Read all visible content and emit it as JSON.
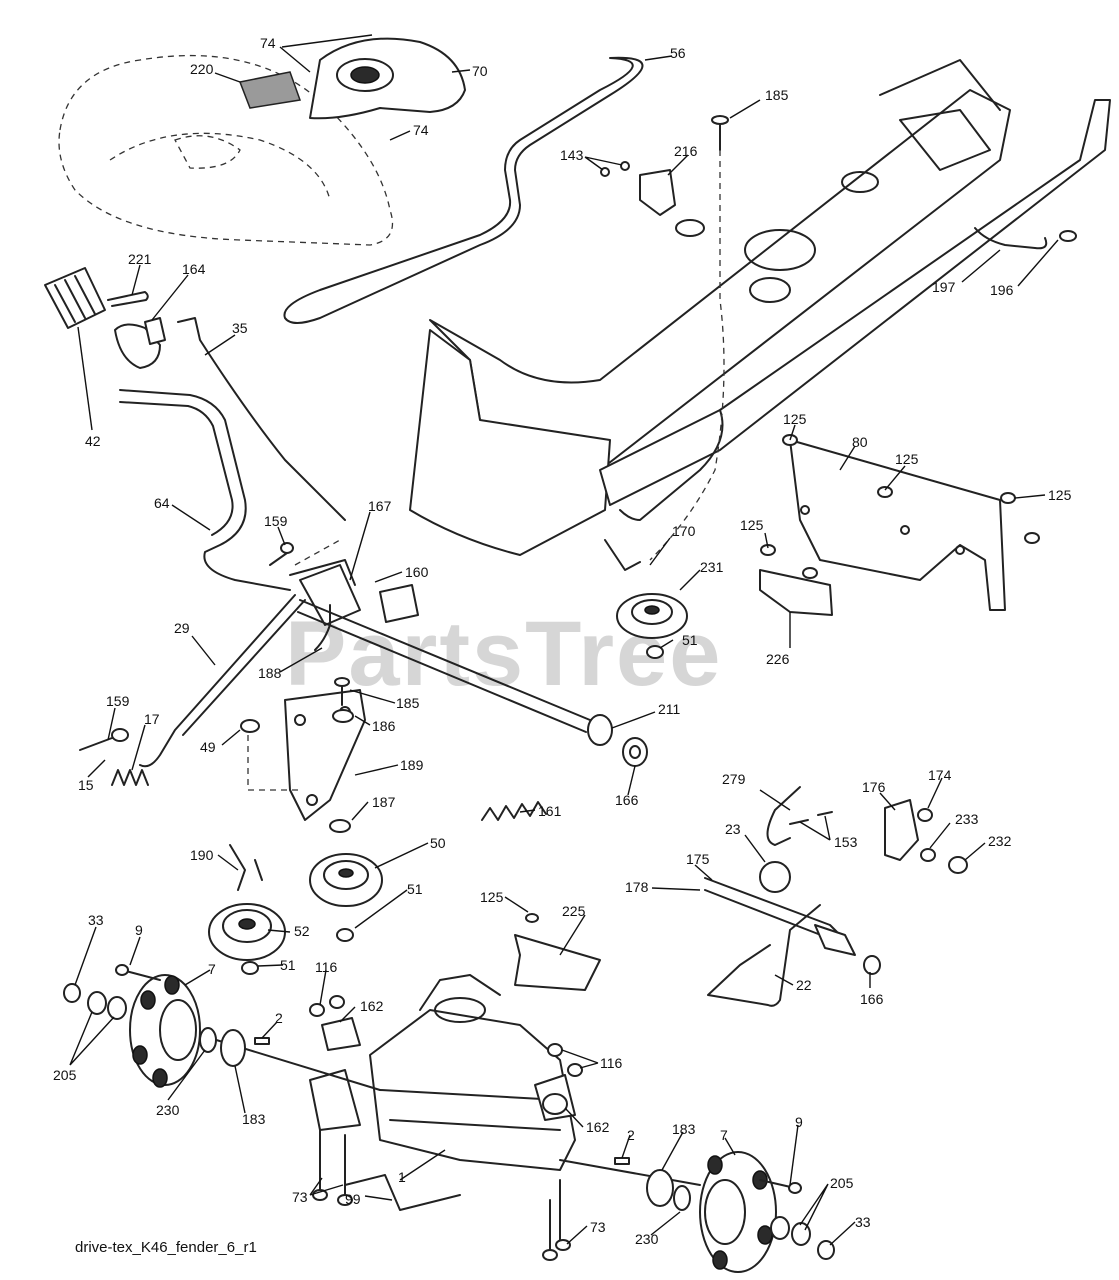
{
  "watermark": "PartsTree",
  "caption": "drive-tex_K46_fender_6_r1",
  "callouts": [
    "74",
    "220",
    "70",
    "56",
    "185",
    "143",
    "216",
    "74",
    "221",
    "164",
    "35",
    "197",
    "196",
    "42",
    "125",
    "125",
    "80",
    "125",
    "64",
    "159",
    "167",
    "170",
    "231",
    "125",
    "160",
    "29",
    "51",
    "188",
    "226",
    "185",
    "159",
    "211",
    "17",
    "186",
    "49",
    "189",
    "15",
    "166",
    "187",
    "161",
    "279",
    "176",
    "174",
    "153",
    "233",
    "23",
    "190",
    "50",
    "232",
    "175",
    "178",
    "51",
    "33",
    "125",
    "225",
    "9",
    "52",
    "7",
    "116",
    "51",
    "22",
    "166",
    "162",
    "2",
    "205",
    "116",
    "230",
    "183",
    "162",
    "183",
    "2",
    "9",
    "7",
    "73",
    "205",
    "99",
    "1",
    "73",
    "33",
    "230"
  ]
}
